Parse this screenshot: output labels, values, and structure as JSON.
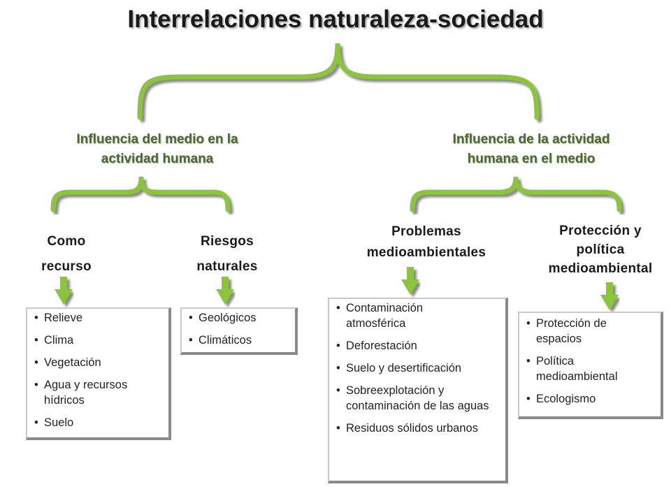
{
  "title": "Interrelaciones naturaleza-sociedad",
  "colors": {
    "brace": "#8cc43c",
    "brace_shadow": "#9a9a9a",
    "arrow": "#8cc43c",
    "heading2": "#4a6a2a"
  },
  "branches": [
    {
      "heading": [
        "Influencia del medio en la",
        "actividad humana"
      ],
      "children": [
        {
          "heading": [
            "Como",
            "recurso"
          ],
          "items": [
            "Relieve",
            "Clima",
            "Vegetación",
            "Agua y recursos hídricos",
            "Suelo"
          ]
        },
        {
          "heading": [
            "Riesgos",
            "naturales"
          ],
          "items": [
            "Geológicos",
            "Climáticos"
          ]
        }
      ]
    },
    {
      "heading": [
        "Influencia de la actividad",
        "humana en el medio"
      ],
      "children": [
        {
          "heading": [
            "Problemas",
            "medioambientales"
          ],
          "items": [
            "Contaminación atmosférica",
            "Deforestación",
            "Suelo y desertificación",
            "Sobreexplotación y contaminación de las aguas",
            "Residuos sólidos urbanos"
          ]
        },
        {
          "heading": [
            "Protección y",
            "política",
            "medioambiental"
          ],
          "items": [
            "Protección de espacios",
            "Política medioambiental",
            "Ecologismo"
          ]
        }
      ]
    }
  ]
}
